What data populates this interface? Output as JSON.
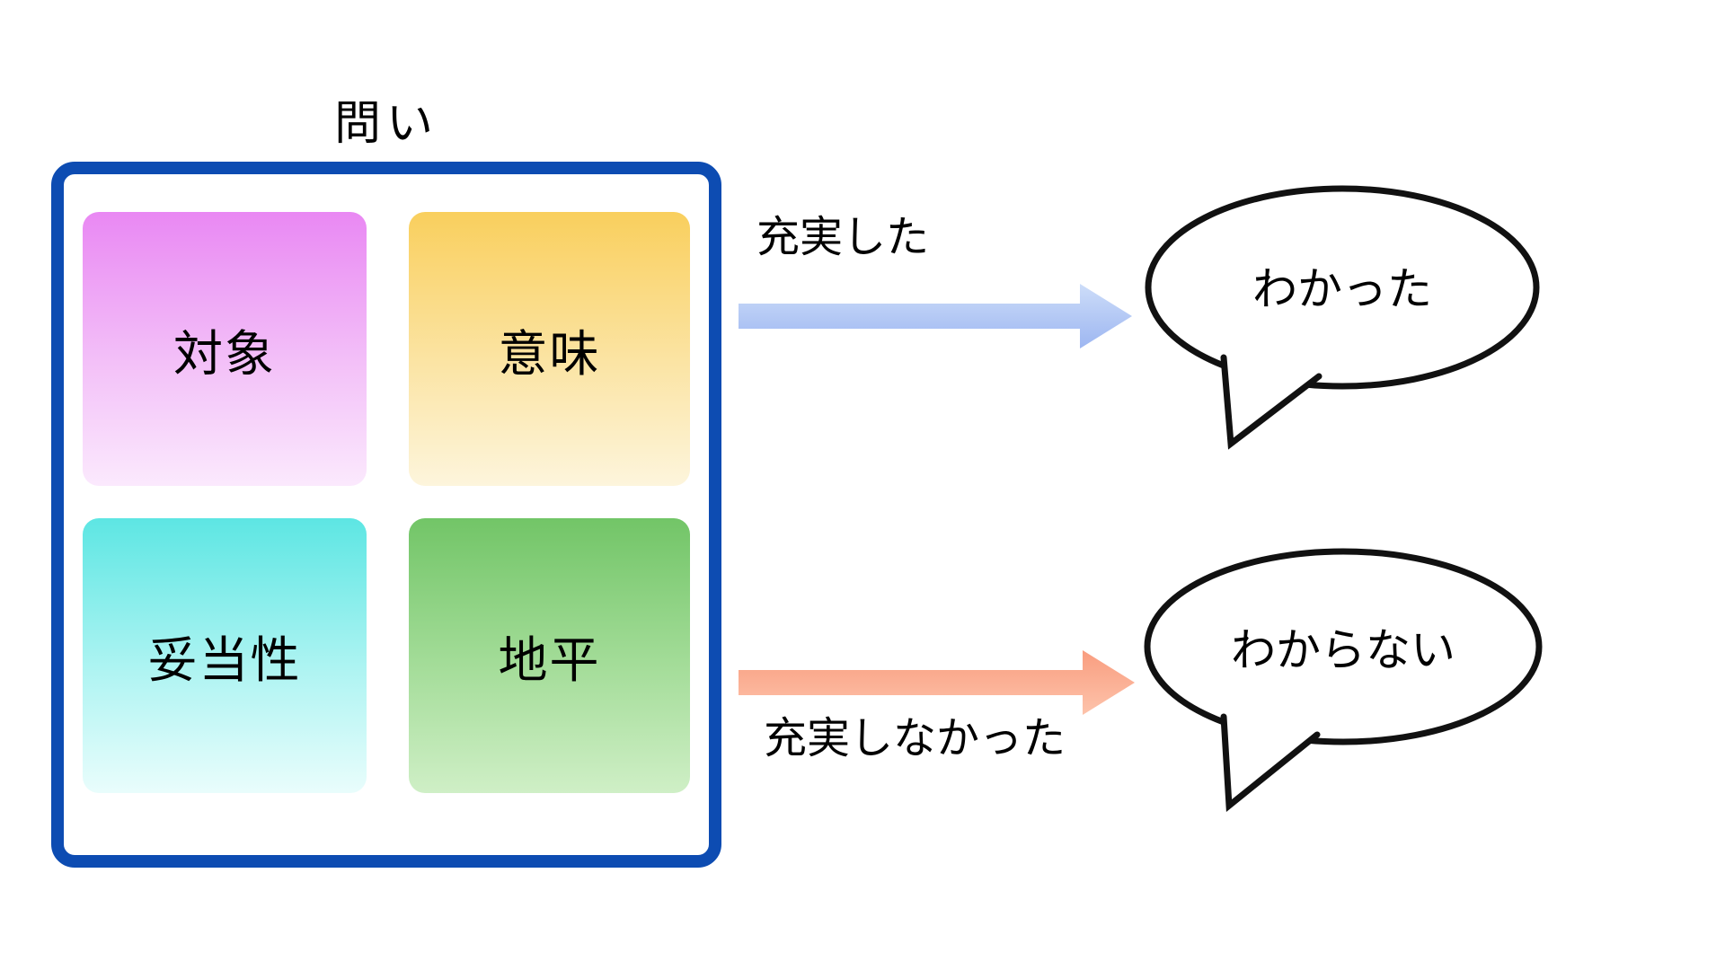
{
  "title": {
    "text": "問い"
  },
  "matrix": {
    "border_color": "#0d4cb2",
    "quadrants": [
      {
        "label": "対象",
        "gradient_top": "#e988f3",
        "gradient_bottom": "#fbe9fd"
      },
      {
        "label": "意味",
        "gradient_top": "#f9cf5d",
        "gradient_bottom": "#fdf5dc"
      },
      {
        "label": "妥当性",
        "gradient_top": "#5de6e3",
        "gradient_bottom": "#e9fdfc"
      },
      {
        "label": "地平",
        "gradient_top": "#72c567",
        "gradient_bottom": "#cfefc6"
      }
    ]
  },
  "arrows": [
    {
      "label": "充実した",
      "direction": "right",
      "gradient_top": "#cdddf9",
      "gradient_bottom": "#9db6f1"
    },
    {
      "label": "充実しなかった",
      "direction": "right",
      "gradient_top": "#f99d7f",
      "gradient_bottom": "#fdc3ab"
    }
  ],
  "bubbles": [
    {
      "text": "わかった"
    },
    {
      "text": "わからない"
    }
  ]
}
